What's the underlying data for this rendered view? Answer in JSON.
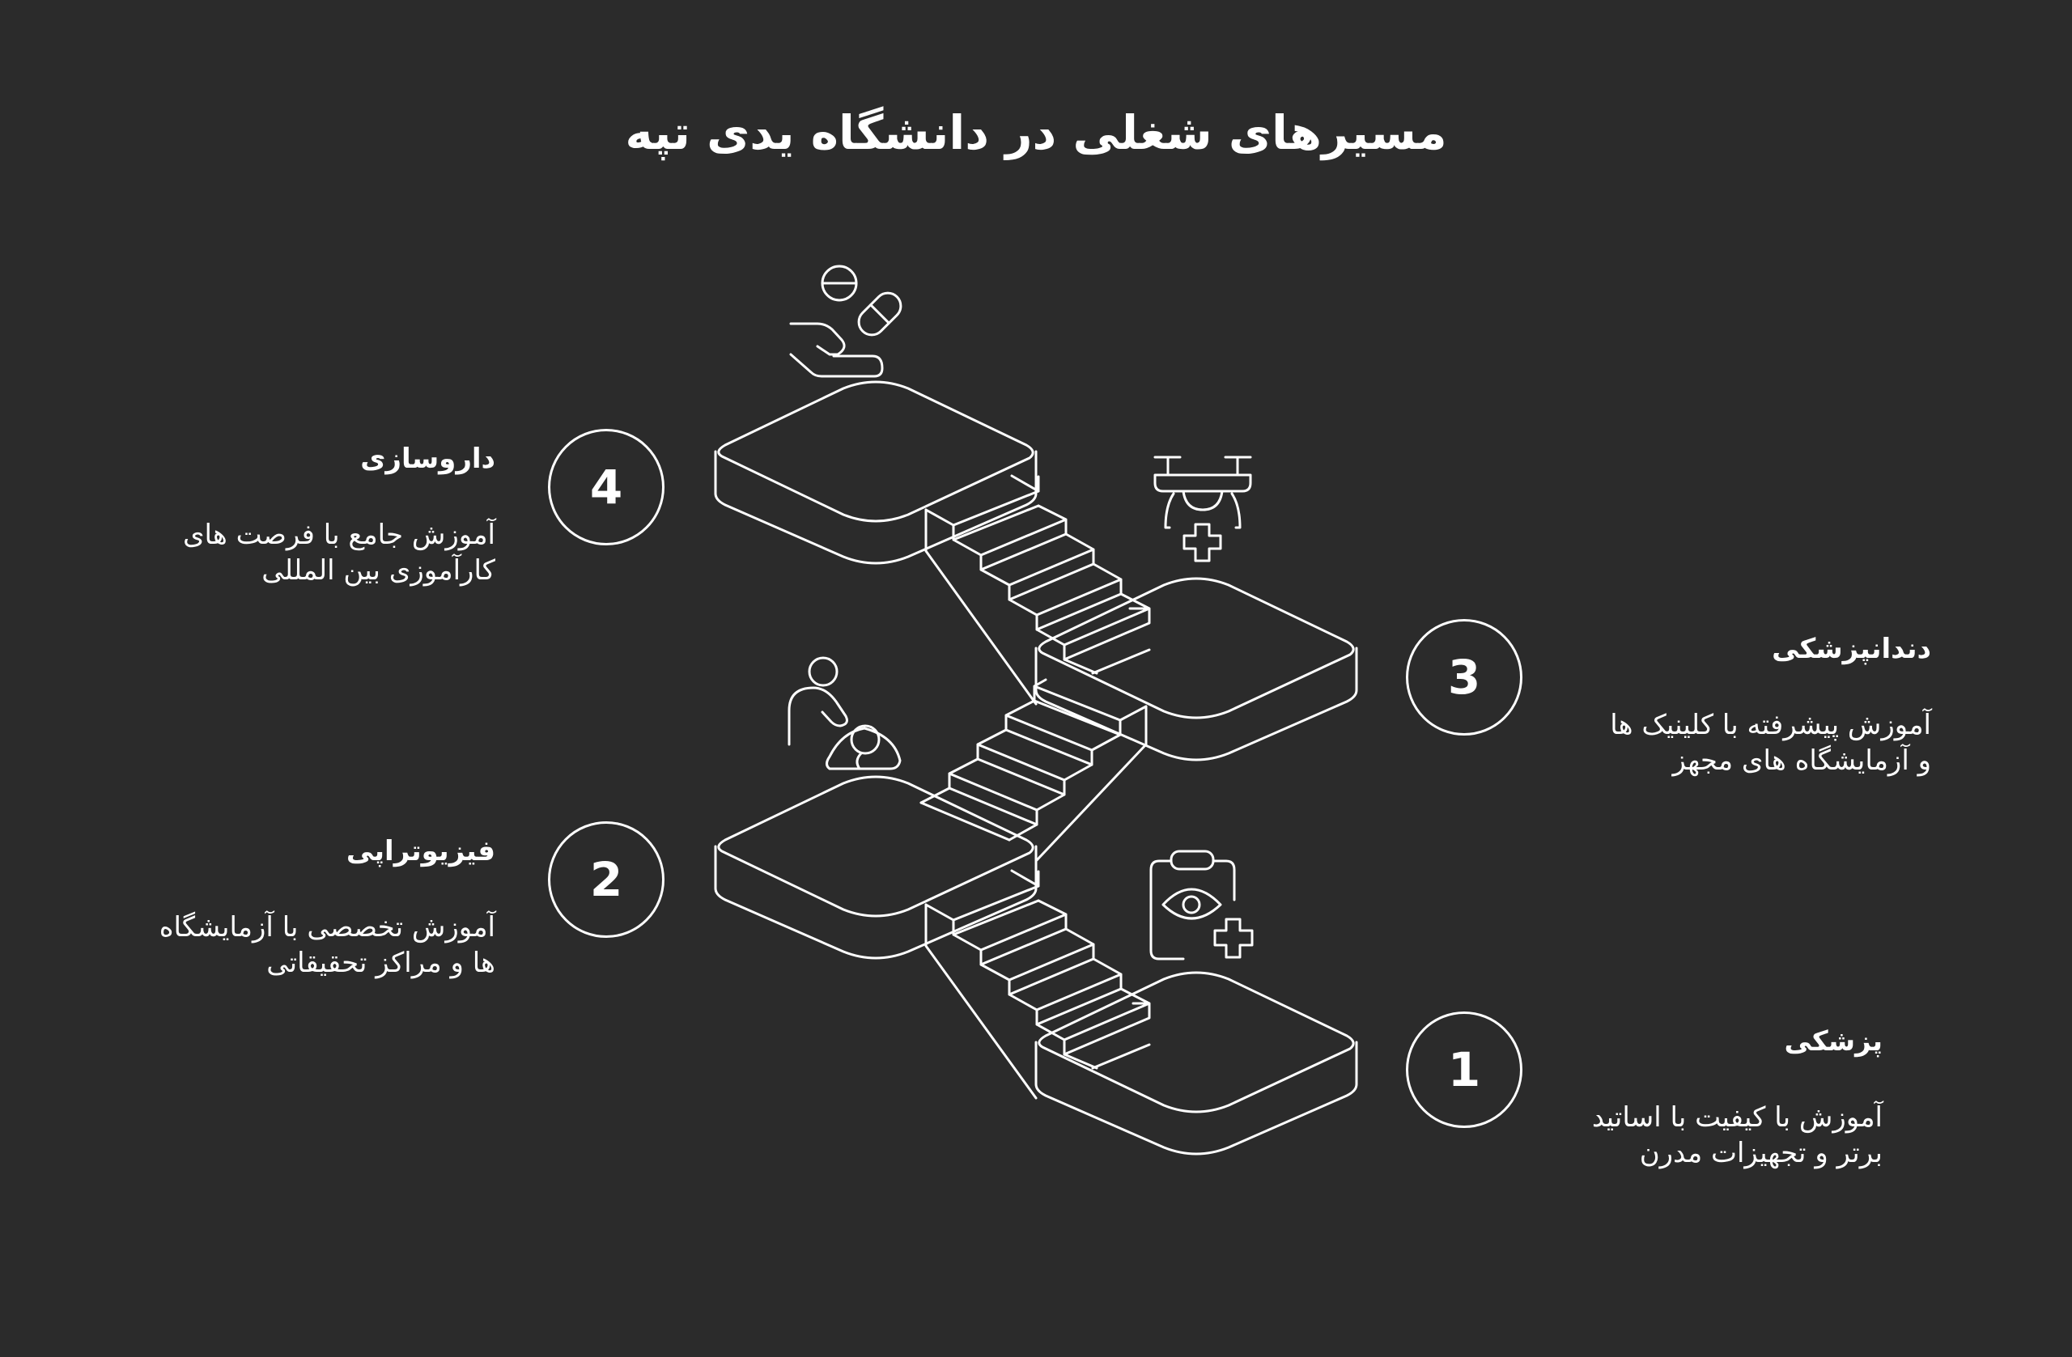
{
  "title": "مسیرهای شغلی در دانشگاه یدی تپه",
  "colors": {
    "background": "#2b2b2b",
    "stroke": "#ffffff",
    "text": "#ffffff"
  },
  "steps": [
    {
      "number": "1",
      "title": "پزشکی",
      "description_lines": [
        "آموزش با کیفیت با اساتید",
        "برتر و تجهیزات مدرن"
      ],
      "icon": "clipboard-eye-medical-icon"
    },
    {
      "number": "2",
      "title": "فیزیوتراپی",
      "description_lines": [
        "آموزش تخصصی با آزمایشگاه",
        "ها و مراکز تحقیقاتی"
      ],
      "icon": "physiotherapy-icon"
    },
    {
      "number": "3",
      "title": "دندانپزشکی",
      "description_lines": [
        "آموزش پیشرفته با کلینیک ها",
        "و آزمایشگاه های مجهز"
      ],
      "icon": "medical-drone-icon"
    },
    {
      "number": "4",
      "title": "داروسازی",
      "description_lines": [
        "آموزش جامع با فرصت های",
        "کارآموزی بین المللی"
      ],
      "icon": "hand-pills-icon"
    }
  ]
}
